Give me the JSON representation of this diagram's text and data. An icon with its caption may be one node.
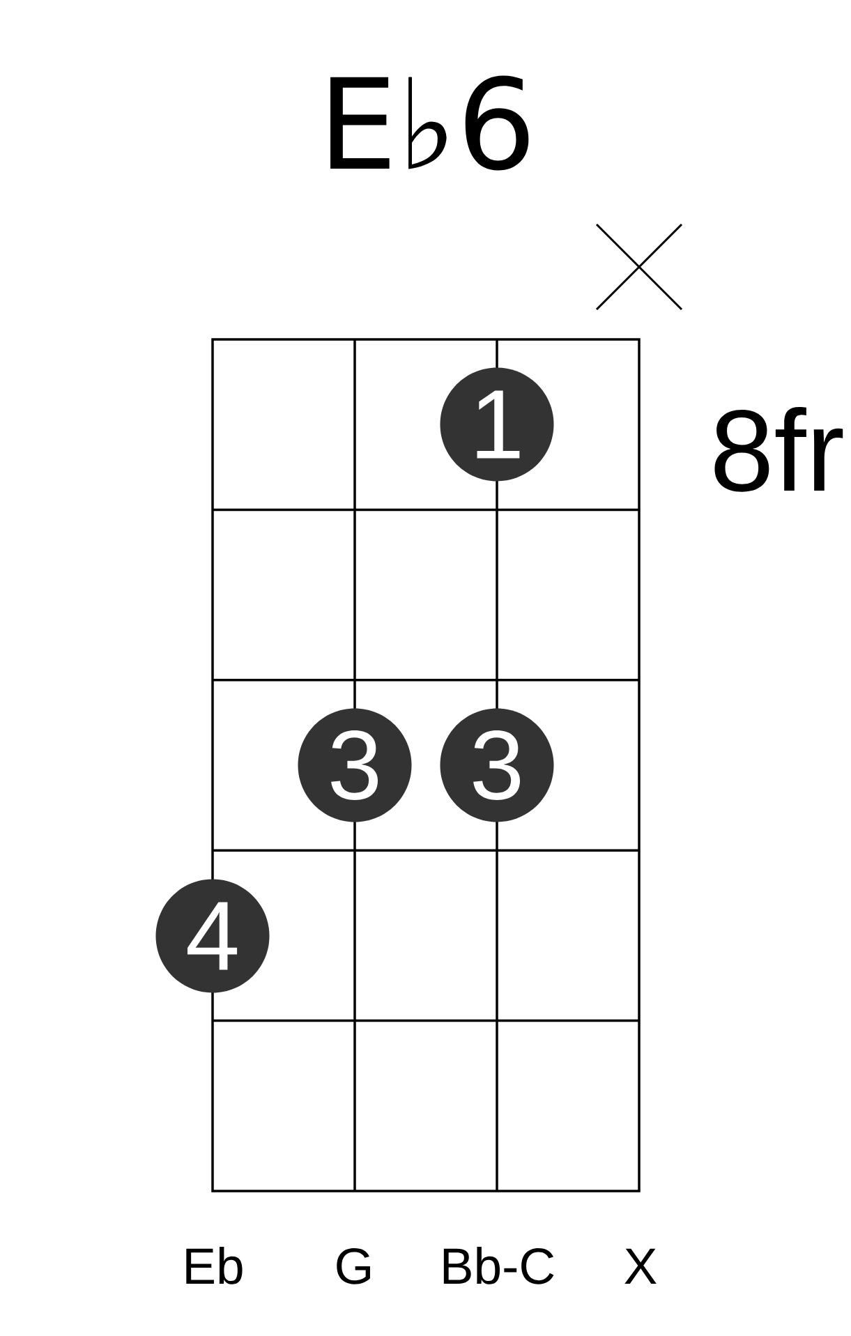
{
  "diagram": {
    "title": "E♭6",
    "nodes": [
      {
        "text": [
          "1"
        ]
      },
      {
        "text": [
          "3"
        ]
      },
      {
        "text": [
          "3"
        ]
      },
      {
        "text": [
          "4"
        ]
      }
    ],
    "labels": [
      "8fr",
      "Eb",
      "G",
      "Bb-C",
      "X"
    ]
  }
}
